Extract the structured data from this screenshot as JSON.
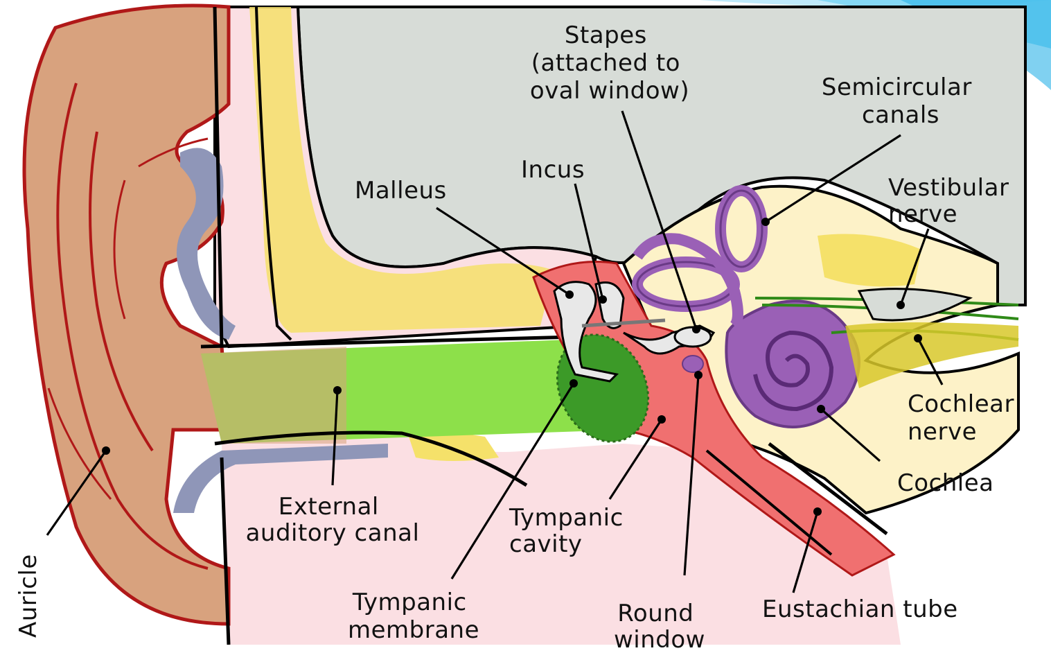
{
  "colors": {
    "bone_gray": "#d7dcd7",
    "skin_pink": "#fbdfe3",
    "cartilage_tan": "#d8a27e",
    "outline_red": "#b01818",
    "yellow_bone": "#f5e16a",
    "canal_green": "#8de04a",
    "eardrum_green": "#3c9a28",
    "cavity_red": "#f07070",
    "cochlea_purple": "#9a60b6",
    "nerve_green": "#2f8a18",
    "inner_cream": "#fdf2c8",
    "slide_cyan": "#7ad6f5"
  },
  "labels": {
    "stapes": [
      "Stapes",
      "(attached to",
      "oval window)"
    ],
    "semicircular": [
      "Semicircular",
      "canals"
    ],
    "incus": "Incus",
    "malleus": "Malleus",
    "vestibular": [
      "Vestibular",
      "nerve"
    ],
    "cochlear_nerve": [
      "Cochlear",
      "nerve"
    ],
    "cochlea": "Cochlea",
    "external_canal": [
      "External",
      "auditory canal"
    ],
    "tympanic_cavity": [
      "Tympanic",
      "cavity"
    ],
    "tympanic_membrane": [
      "Tympanic",
      "membrane"
    ],
    "round_window": [
      "Round",
      "window"
    ],
    "eustachian": "Eustachian tube",
    "auricle": "Auricle"
  }
}
